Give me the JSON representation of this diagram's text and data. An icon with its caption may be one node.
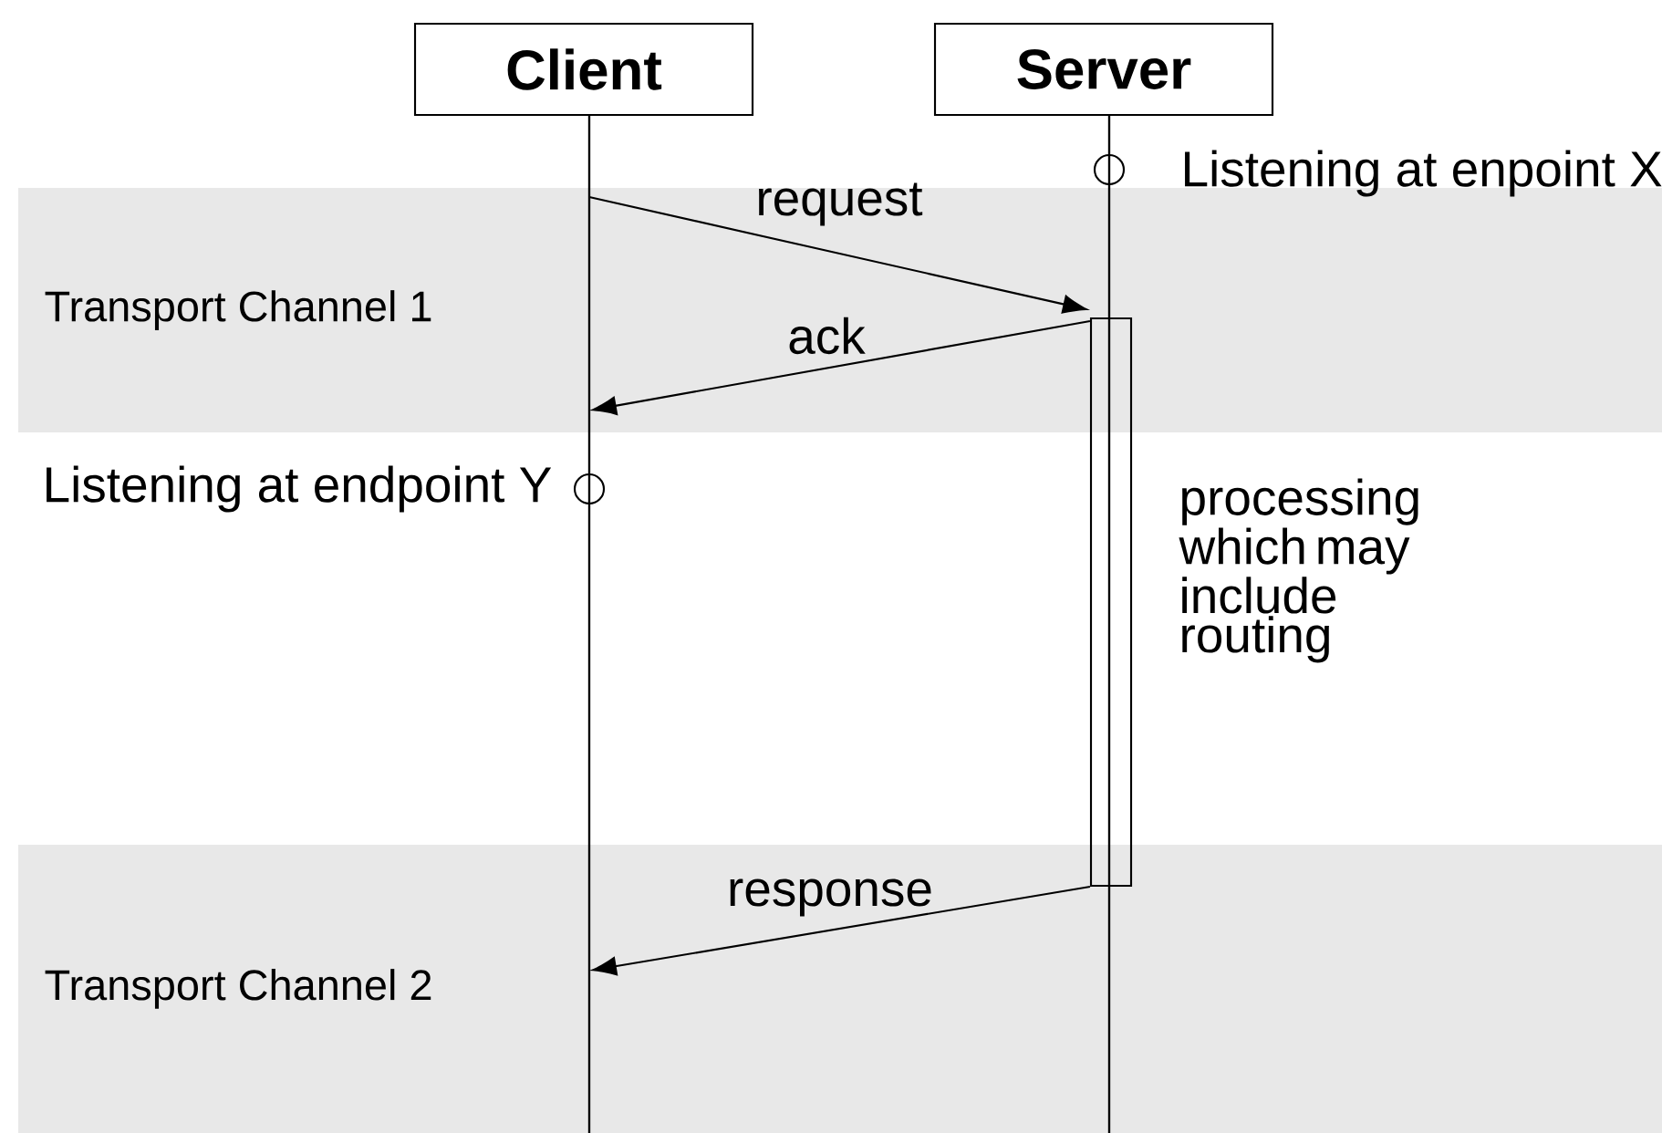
{
  "diagram": {
    "nodes": [
      {
        "text": [
          "Client"
        ]
      },
      {
        "text": [
          "Server"
        ]
      },
      {
        "text": [],
        "shape": "bar"
      },
      {
        "text": [],
        "shape": "bar"
      },
      {
        "text": [],
        "shape": "circle"
      },
      {
        "text": [],
        "shape": "bar",
        "beside": [
          "processing which may include routing"
        ]
      },
      {
        "text": [],
        "shape": "circle",
        "beside": [
          "Listening at endpoint Y"
        ]
      }
    ],
    "edges": [
      {
        "from": 2,
        "to": 5,
        "arrow": "to",
        "label": "request"
      },
      {
        "from": 5,
        "to": 2,
        "arrow": "to",
        "label": "ack"
      },
      {
        "from": 5,
        "to": 2,
        "arrow": "to",
        "label": "response"
      }
    ],
    "labels": [
      "Listening at enpoint X",
      "Transport Channel 1",
      "Transport Channel 2"
    ]
  }
}
